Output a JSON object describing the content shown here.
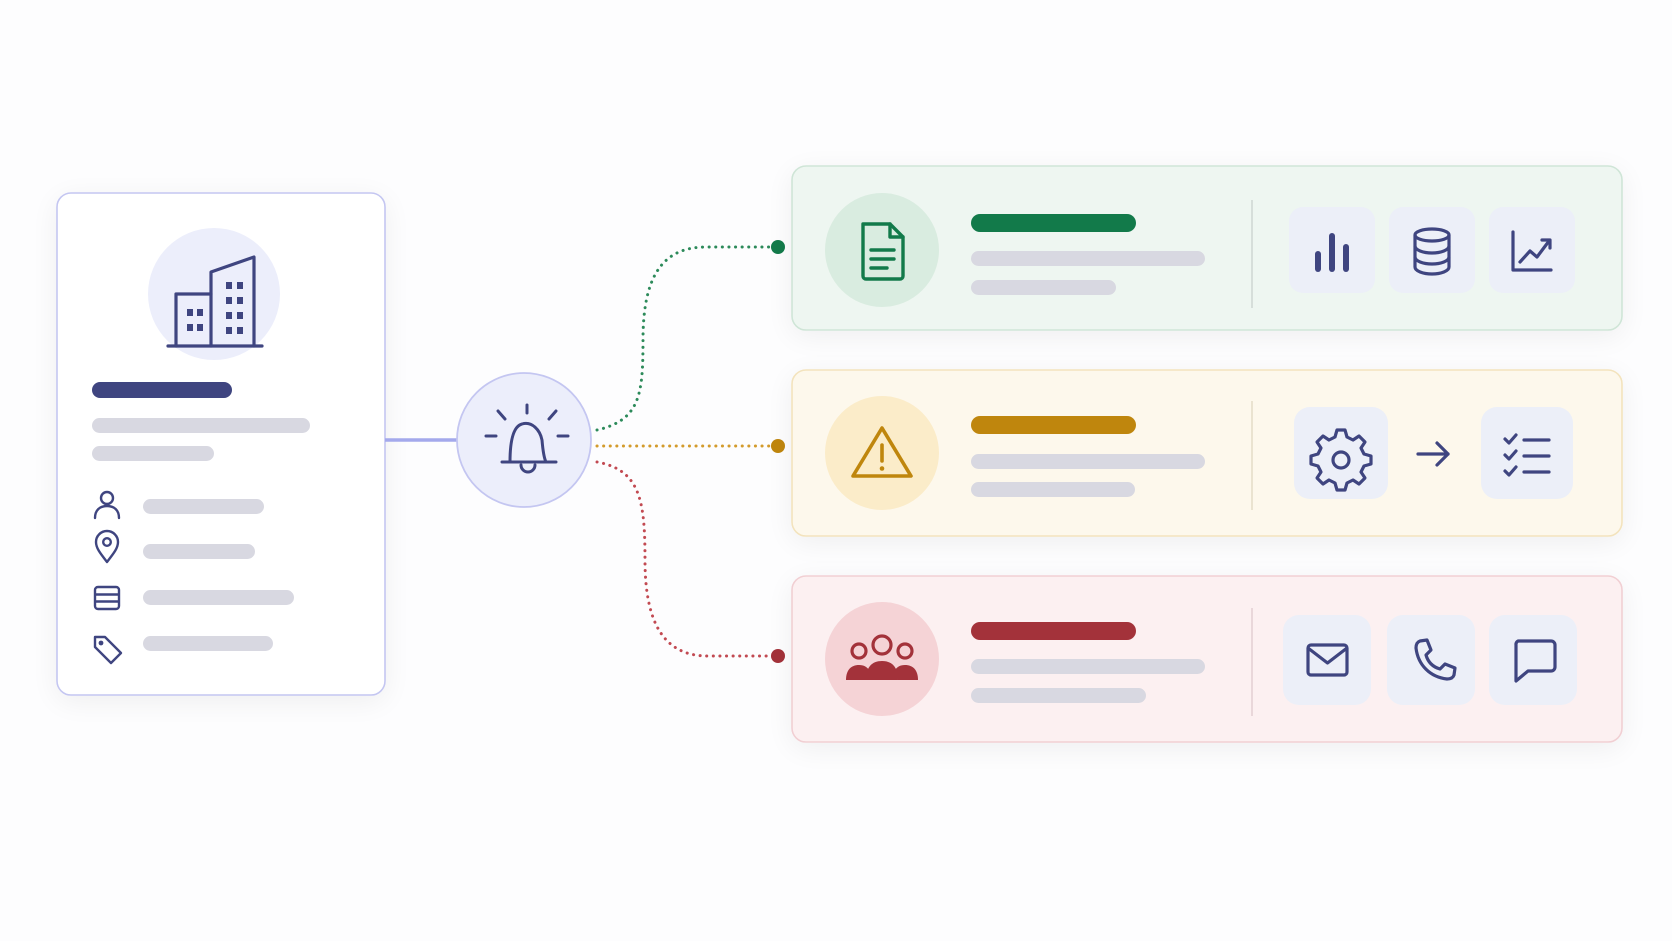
{
  "colors": {
    "background": "#fdfdfe",
    "primary": "#3f4580",
    "primary_light": "#eceefb",
    "border_primary": "#b8bcef",
    "placeholder": "#d8d8e1",
    "icon_tile_bg": "#eceff8",
    "green": "#127a4a",
    "green_bg": "#eef6f1",
    "green_border": "#cfe5d7",
    "green_icon_bg": "#d9ece0",
    "yellow": "#bf860d",
    "yellow_bg": "#fdf8ec",
    "yellow_border": "#f3e3bd",
    "yellow_icon_bg": "#fbecc9",
    "red": "#a3323a",
    "red_bg": "#fcf0f1",
    "red_border": "#f1cfd3",
    "red_icon_bg": "#f5d3d6"
  },
  "profile_card": {
    "avatar_icon": "building-icon",
    "detail_icons": [
      "user-icon",
      "location-pin-icon",
      "server-icon",
      "tag-icon"
    ]
  },
  "hub": {
    "icon": "bell-alert-icon"
  },
  "branches": [
    {
      "id": "document",
      "accent": "green",
      "connector": "dotted",
      "lead_icon": "document-icon",
      "actions": [
        "bar-chart-icon",
        "database-icon",
        "trend-chart-icon"
      ]
    },
    {
      "id": "warning",
      "accent": "yellow",
      "connector": "dotted",
      "lead_icon": "warning-icon",
      "actions": [
        "gear-icon",
        "arrow-right-icon",
        "checklist-icon"
      ]
    },
    {
      "id": "team",
      "accent": "red",
      "connector": "dotted",
      "lead_icon": "team-icon",
      "actions": [
        "mail-icon",
        "phone-icon",
        "chat-icon"
      ]
    }
  ]
}
